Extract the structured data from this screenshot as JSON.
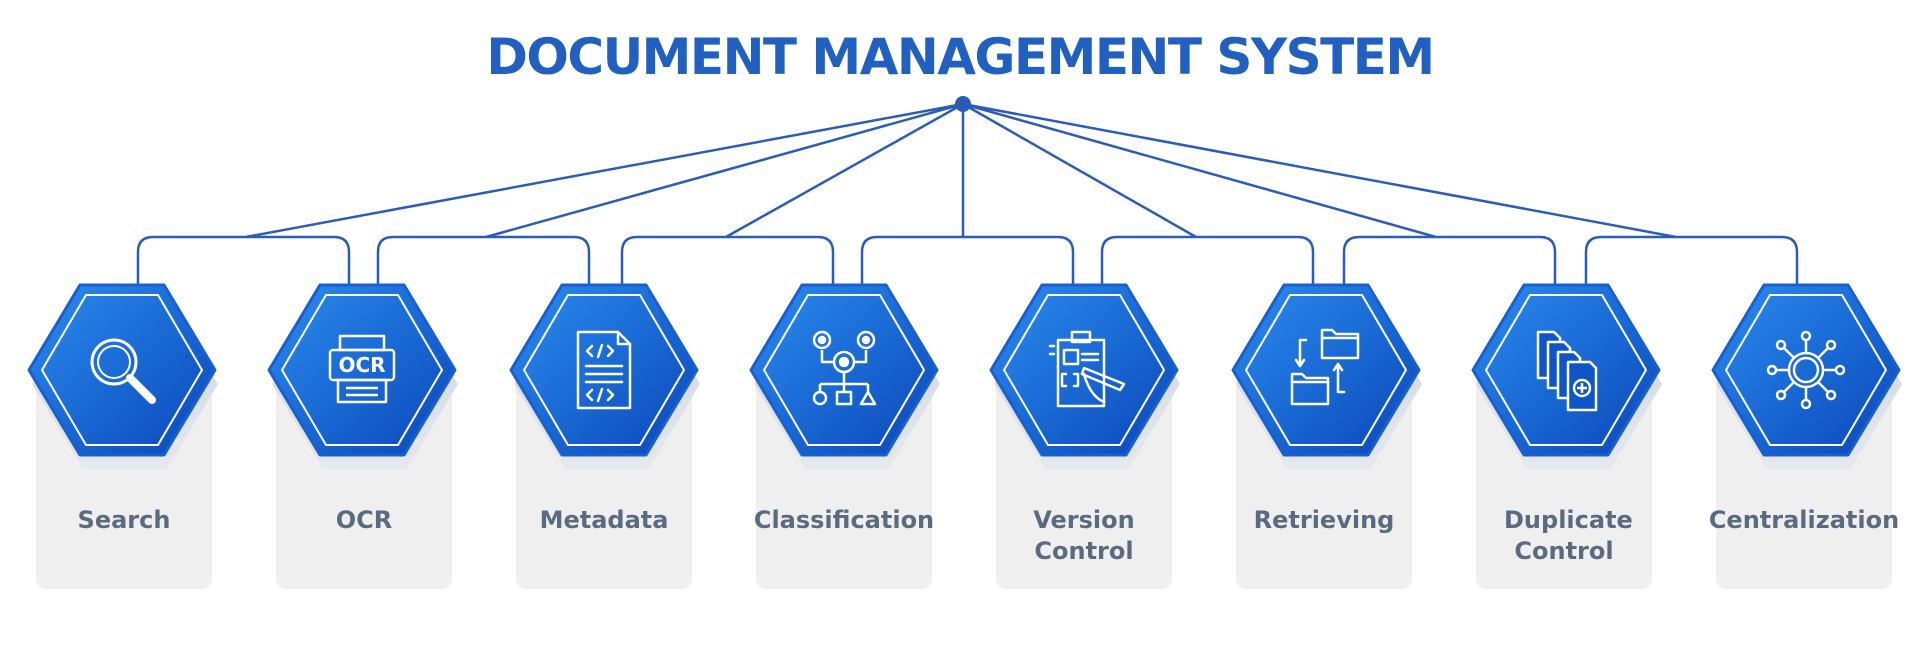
{
  "title": "DOCUMENT MANAGEMENT SYSTEM",
  "colors": {
    "title": "#2160c0",
    "connector": "#2a5cb8",
    "hexagon_light": "#2a8df0",
    "hexagon_dark": "#0a46b8",
    "hexagon_outline": "#ffffff",
    "card": "#efefef",
    "label": "#5a6b80"
  },
  "items": [
    {
      "label": "Search",
      "icon": "magnifier-icon"
    },
    {
      "label": "OCR",
      "icon": "ocr-printer-icon"
    },
    {
      "label": "Metadata",
      "icon": "code-document-icon"
    },
    {
      "label": "Classification",
      "icon": "gears-flowchart-icon"
    },
    {
      "label": "Version Control",
      "icon": "clipboard-edit-icon"
    },
    {
      "label": "Retrieving",
      "icon": "folder-transfer-icon"
    },
    {
      "label": "Duplicate Control",
      "icon": "stacked-documents-icon"
    },
    {
      "label": "Centralization",
      "icon": "network-hub-icon"
    }
  ]
}
